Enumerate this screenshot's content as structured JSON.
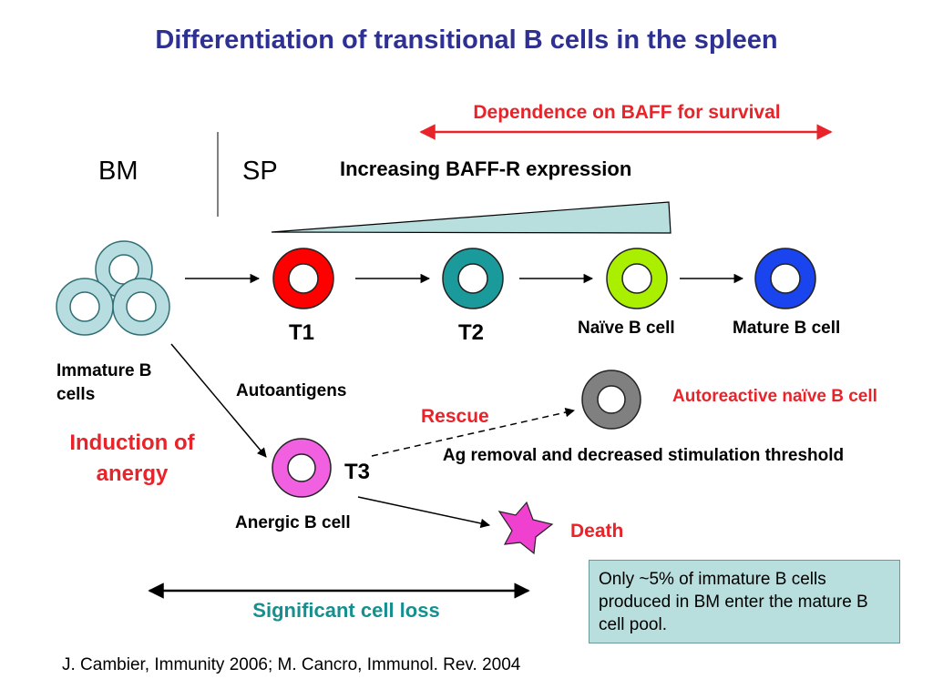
{
  "title": "Differentiation of transitional B cells in the spleen",
  "labels": {
    "baff_dependence": "Dependence on BAFF for survival",
    "bm": "BM",
    "sp": "SP",
    "baff_r": "Increasing BAFF-R expression",
    "t1": "T1",
    "t2": "T2",
    "naive": "Naïve B cell",
    "mature": "Mature B cell",
    "immature": "Immature B cells",
    "autoantigens": "Autoantigens",
    "autoreactive": "Autoreactive naïve B cell",
    "rescue": "Rescue",
    "anergy": "Induction of anergy",
    "ag_removal": "Ag removal and decreased stimulation threshold",
    "t3": "T3",
    "anergic": "Anergic B cell",
    "death": "Death",
    "cell_loss": "Significant cell loss"
  },
  "info_box": "Only ~5% of immature B cells produced in BM enter the mature B cell pool.",
  "citation": "J. Cambier, Immunity 2006; M. Cancro, Immunol. Rev. 2004",
  "colors": {
    "title": "#2e3192",
    "red_text": "#e8232a",
    "teal_text": "#168f8f",
    "cell_t1": "#ff0000",
    "cell_t2": "#1a9a9a",
    "cell_naive": "#aaee00",
    "cell_mature": "#1a44ee",
    "cell_immature": "#b8dde0",
    "cell_autoreactive": "#808080",
    "cell_t3": "#f060e0",
    "dead_cell": "#f040d0",
    "info_box": "#b8dede"
  }
}
